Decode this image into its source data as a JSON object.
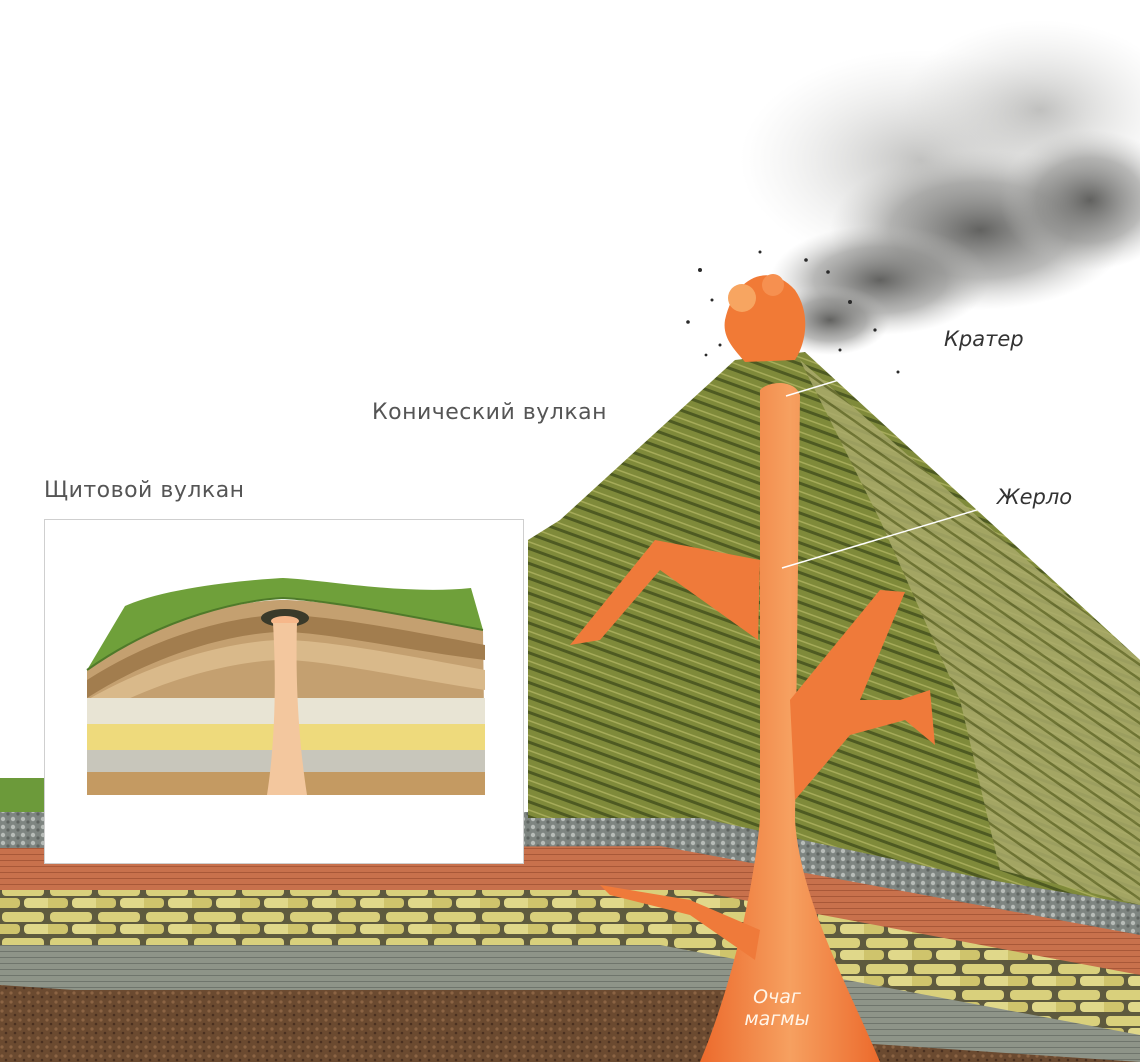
{
  "labels": {
    "conical_volcano": "Конический вулкан",
    "shield_volcano": "Щитовой вулкан",
    "crater": "Кратер",
    "vent": "Жерло",
    "magma_chamber_line1": "Очаг",
    "magma_chamber_line2": "магмы"
  },
  "colors": {
    "magma": "#f08040",
    "magma_light": "#f6a060",
    "cone_green": "#7f8a3a",
    "cone_dark": "#4e5a22",
    "grass": "#6fa03a",
    "gravel": "#8a8f8c",
    "red_layer": "#c8704a",
    "stone": "#d8cf7a",
    "mud": "#6a4a32",
    "smoke": "#8a8a8a"
  }
}
